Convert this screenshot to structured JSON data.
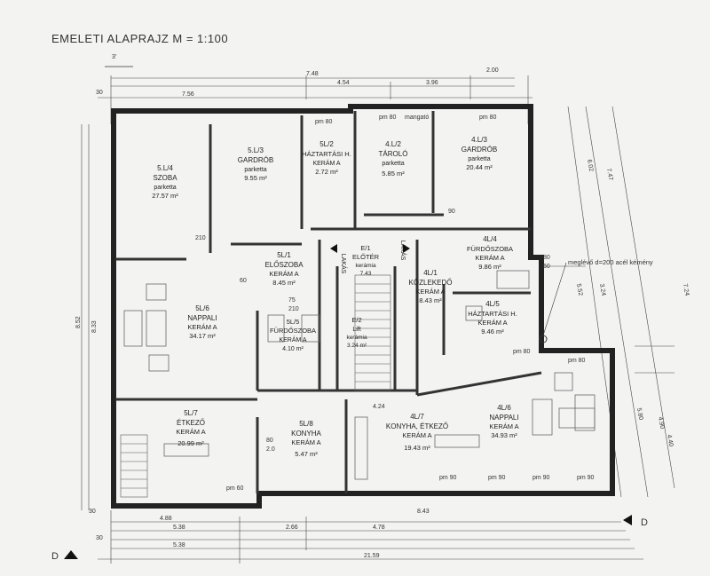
{
  "title": "EMELETI ALAPRAJZ M = 1:100",
  "north_mark": "3'",
  "chimney_note": "meglévő d=200 acél kémény",
  "section_marks": {
    "left": "D",
    "right": "D"
  },
  "rooms": [
    {
      "id": "5l4",
      "code": "5.L/4",
      "name": "SZOBA",
      "finish": "parketta",
      "area": "27.57 m²"
    },
    {
      "id": "5l3",
      "code": "5.L/3",
      "name": "GARDRÓB",
      "finish": "parketta",
      "area": "9.55 m²"
    },
    {
      "id": "5l2",
      "code": "5L/2",
      "name": "HÁZTARTÁSI H.",
      "finish": "KERÁM A",
      "area": "2.72 m²"
    },
    {
      "id": "4l2",
      "code": "4.L/2",
      "name": "TÁROLÓ",
      "finish": "parketta",
      "area": "5.85 m²"
    },
    {
      "id": "4l3",
      "code": "4.L/3",
      "name": "GARDRÓB",
      "finish": "parketta",
      "area": "20.44 m²"
    },
    {
      "id": "5l1",
      "code": "5L/1",
      "name": "ELŐSZOBA",
      "finish": "KERÁM A",
      "area": "8.45 m²"
    },
    {
      "id": "e1",
      "code": "E/1",
      "name": "ELŐTÉR",
      "finish": "kerámia",
      "area": "7.43"
    },
    {
      "id": "4l1",
      "code": "4L/1",
      "name": "KÖZLEKEDŐ",
      "finish": "KERÁM A",
      "area": "8.43 m²"
    },
    {
      "id": "4l4",
      "code": "4L/4",
      "name": "FÜRDŐSZOBA",
      "finish": "KERÁM A",
      "area": "9.86 m²"
    },
    {
      "id": "4l5",
      "code": "4L/5",
      "name": "HÁZTARTÁSI H.",
      "finish": "KERÁM A",
      "area": "9.46 m²"
    },
    {
      "id": "5l6",
      "code": "5L/6",
      "name": "NAPPALI",
      "finish": "KERÁM A",
      "area": "34.17 m²"
    },
    {
      "id": "5l5",
      "code": "5L/5",
      "name": "FÜRDŐSZOBA",
      "finish": "KERÁM A",
      "area": "4.10 m²"
    },
    {
      "id": "e2",
      "code": "E/2",
      "name": "Lift",
      "finish": "kerámia",
      "area": "3.24 m²"
    },
    {
      "id": "5l7",
      "code": "5L/7",
      "name": "ÉTKEZŐ",
      "finish": "KERÁM A",
      "area": "20.99 m²"
    },
    {
      "id": "5l8",
      "code": "5L/8",
      "name": "KONYHA",
      "finish": "KERÁM A",
      "area": "5.47 m²"
    },
    {
      "id": "4l7",
      "code": "4L/7",
      "name": "KONYHA, ÉTKEZŐ",
      "finish": "KERÁM A",
      "area": "19.43 m²"
    },
    {
      "id": "4l6",
      "code": "4L/6",
      "name": "NAPPALI",
      "finish": "KERÁM A",
      "area": "34.93 m²"
    }
  ],
  "lakas_labels": [
    "LAKÁS",
    "LAKÁS"
  ],
  "dimensions_top": [
    "7.48",
    "4.54",
    "3.96",
    "2.00",
    "7.56",
    "30"
  ],
  "dimensions_bottom": [
    "4.88",
    "8.43",
    "5.38",
    "2.66",
    "4.78",
    "5.38",
    "21.59",
    "30"
  ],
  "dimensions_right": [
    "6.02",
    "7.47",
    "5.52",
    "3.24",
    "5.80",
    "4.90",
    "4.40",
    "7.24"
  ],
  "dimensions_left": [
    "8.33",
    "8.52"
  ],
  "dimensions_misc": [
    "4.24",
    "30",
    "60",
    "80",
    "90",
    "60",
    "80",
    "210",
    "2.0",
    "75",
    "210"
  ],
  "window_labels": [
    "pm 80",
    "pm 80",
    "pm 80",
    "pm 80",
    "pm 90",
    "pm 90",
    "pm 90",
    "pm 90",
    "pm 60",
    "pm 80",
    "mangató"
  ]
}
